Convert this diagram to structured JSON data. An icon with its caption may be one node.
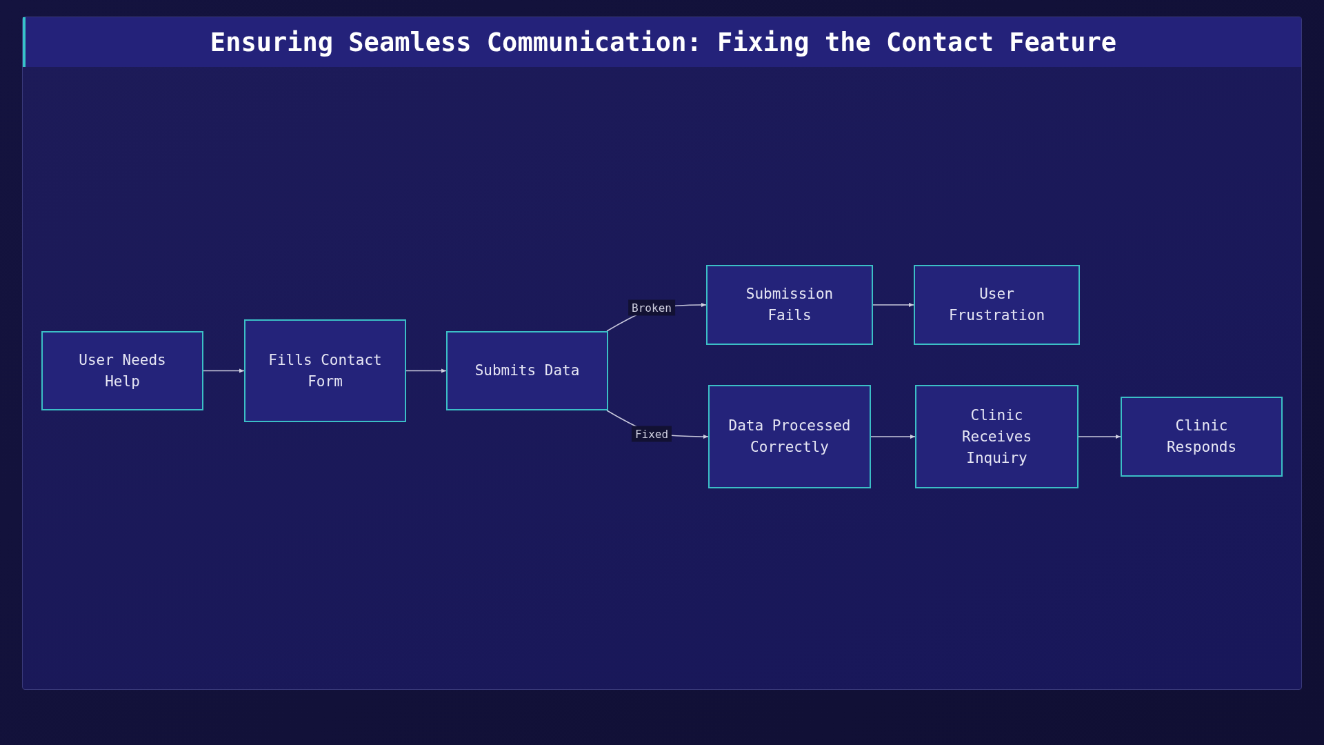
{
  "diagram": {
    "title": "Ensuring Seamless Communication: Fixing the Contact Feature",
    "nodes": [
      {
        "text": [
          "User Needs Help"
        ]
      },
      {
        "text": [
          "Fills Contact Form"
        ]
      },
      {
        "text": [
          "Submits Data"
        ]
      },
      {
        "text": [
          "Submission Fails"
        ]
      },
      {
        "text": [
          "User Frustration"
        ]
      },
      {
        "text": [
          "Data Processed Correctly"
        ]
      },
      {
        "text": [
          "Clinic Receives Inquiry"
        ]
      },
      {
        "text": [
          "Clinic Responds"
        ]
      }
    ],
    "edges": [
      {
        "from": 0,
        "to": 1,
        "arrow": "to"
      },
      {
        "from": 1,
        "to": 2,
        "arrow": "to"
      },
      {
        "from": 2,
        "to": 3,
        "arrow": "to",
        "label": "Broken"
      },
      {
        "from": 2,
        "to": 5,
        "arrow": "to",
        "label": "Fixed"
      },
      {
        "from": 3,
        "to": 4,
        "arrow": "to"
      },
      {
        "from": 5,
        "to": 6,
        "arrow": "to"
      },
      {
        "from": 6,
        "to": 7,
        "arrow": "to"
      }
    ]
  }
}
